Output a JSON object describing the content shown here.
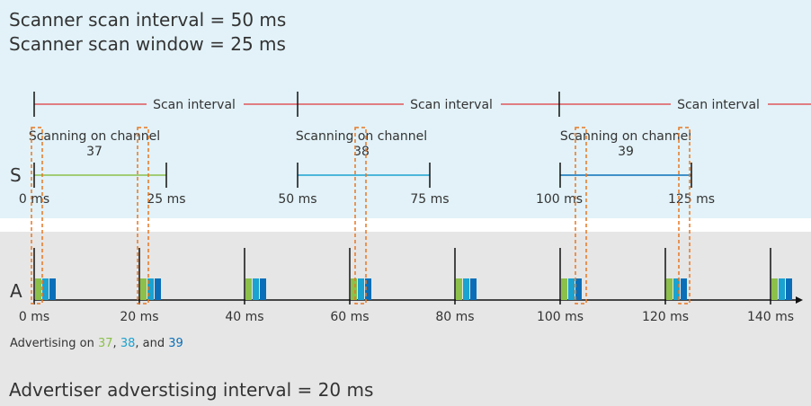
{
  "scanner": {
    "interval_text": "Scanner scan interval = 50 ms",
    "window_text": "Scanner scan window = 25 ms",
    "row_label": "S",
    "scan_interval_label": "Scan interval",
    "windows": [
      {
        "label": "Scanning on channel\n37",
        "start": "0 ms",
        "end": "25 ms",
        "channel": 37
      },
      {
        "label": "Scanning on channel\n38",
        "start": "50 ms",
        "end": "75 ms",
        "channel": 38
      },
      {
        "label": "Scanning on channel\n39",
        "start": "100 ms",
        "end": "125 ms",
        "channel": 39
      }
    ]
  },
  "advertiser": {
    "row_label": "A",
    "ticks": [
      "0 ms",
      "20 ms",
      "40 ms",
      "60 ms",
      "80 ms",
      "100 ms",
      "120 ms",
      "140 ms"
    ],
    "legend_prefix": "Advertising on ",
    "legend_ch37": "37",
    "legend_sep1": ", ",
    "legend_ch38": "38",
    "legend_sep2": ", and ",
    "legend_ch39": "39",
    "interval_text": "Advertiser adverstising interval = 20 ms"
  },
  "colors": {
    "top_bg": "#e2f2f8",
    "bottom_bg": "#e6e6e6",
    "interval_line": "#e0565b",
    "ch37": "#8cc04b",
    "ch38": "#1aa2d0",
    "ch39": "#0a6fb8",
    "highlight": "#e87722"
  }
}
